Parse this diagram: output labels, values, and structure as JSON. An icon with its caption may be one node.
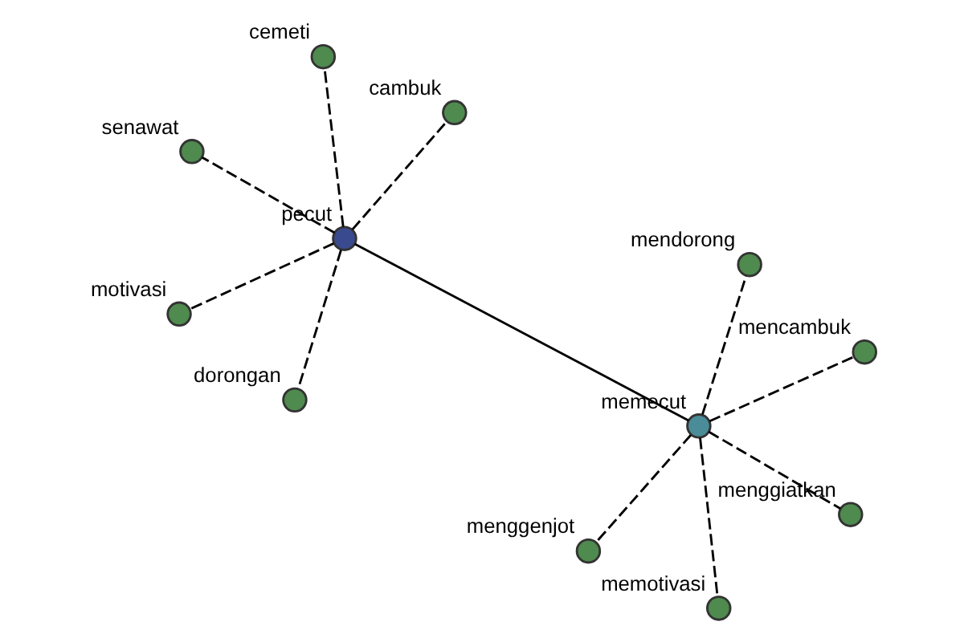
{
  "diagram": {
    "nodes": [
      {
        "text": [
          "pecut"
        ]
      },
      {
        "text": [
          "memecut"
        ]
      },
      {
        "text": [
          "dorongan"
        ]
      },
      {
        "text": [
          "senawat"
        ]
      },
      {
        "text": [
          "cambuk"
        ]
      },
      {
        "text": [
          "cemeti"
        ]
      },
      {
        "text": [
          "motivasi"
        ]
      },
      {
        "text": [
          "mencambuk"
        ]
      },
      {
        "text": [
          "menggenjot"
        ]
      },
      {
        "text": [
          "menggiatkan"
        ]
      },
      {
        "text": [
          "memotivasi"
        ]
      },
      {
        "text": [
          "mendorong"
        ]
      }
    ],
    "edges": [
      {
        "from": 0,
        "to": 1,
        "arrow": "none"
      },
      {
        "from": 0,
        "to": 2,
        "arrow": "none",
        "style": "dashed"
      },
      {
        "from": 0,
        "to": 3,
        "arrow": "none",
        "style": "dashed"
      },
      {
        "from": 0,
        "to": 4,
        "arrow": "none",
        "style": "dashed"
      },
      {
        "from": 0,
        "to": 5,
        "arrow": "none",
        "style": "dashed"
      },
      {
        "from": 0,
        "to": 6,
        "arrow": "none",
        "style": "dashed"
      },
      {
        "from": 1,
        "to": 7,
        "arrow": "none",
        "style": "dashed"
      },
      {
        "from": 1,
        "to": 8,
        "arrow": "none",
        "style": "dashed"
      },
      {
        "from": 1,
        "to": 9,
        "arrow": "none",
        "style": "dashed"
      },
      {
        "from": 1,
        "to": 10,
        "arrow": "none",
        "style": "dashed"
      },
      {
        "from": 1,
        "to": 11,
        "arrow": "none",
        "style": "dashed"
      }
    ]
  }
}
